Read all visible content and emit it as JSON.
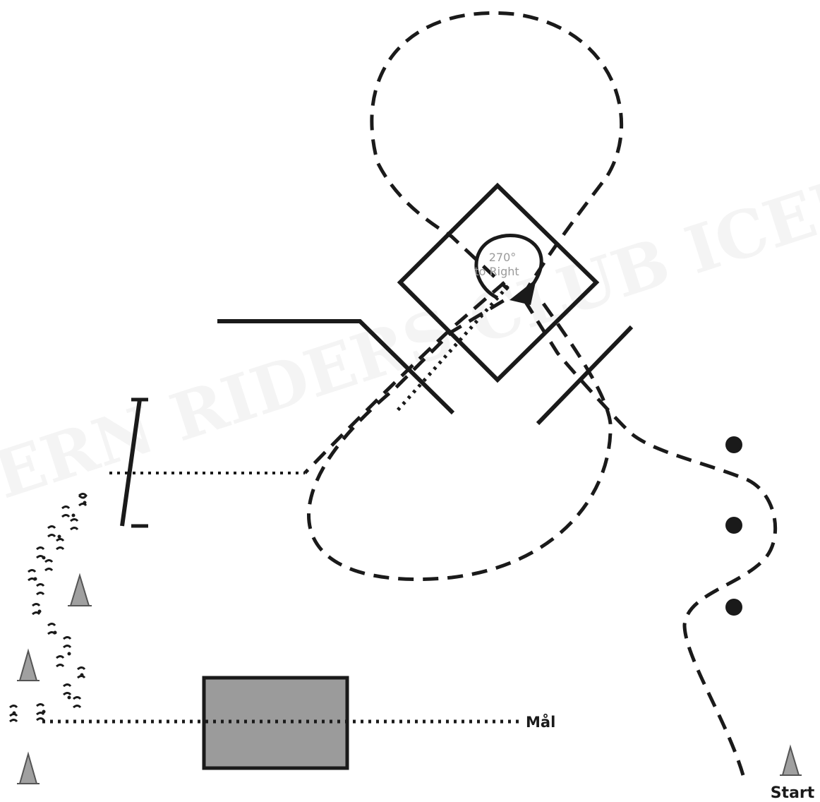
{
  "labels": {
    "start": "Start",
    "goal": "Mål",
    "spin_degrees": "270°",
    "spin_direction": "to Right"
  },
  "watermark": {
    "text": "WESTERN RIDERS CLUB ICELAND"
  },
  "colors": {
    "line": "#1a1a1a",
    "box_fill": "#9b9b9b",
    "cone_fill": "#a0a0a0",
    "spin_text": "#9a9a9a",
    "watermark": "#eeeeee"
  }
}
